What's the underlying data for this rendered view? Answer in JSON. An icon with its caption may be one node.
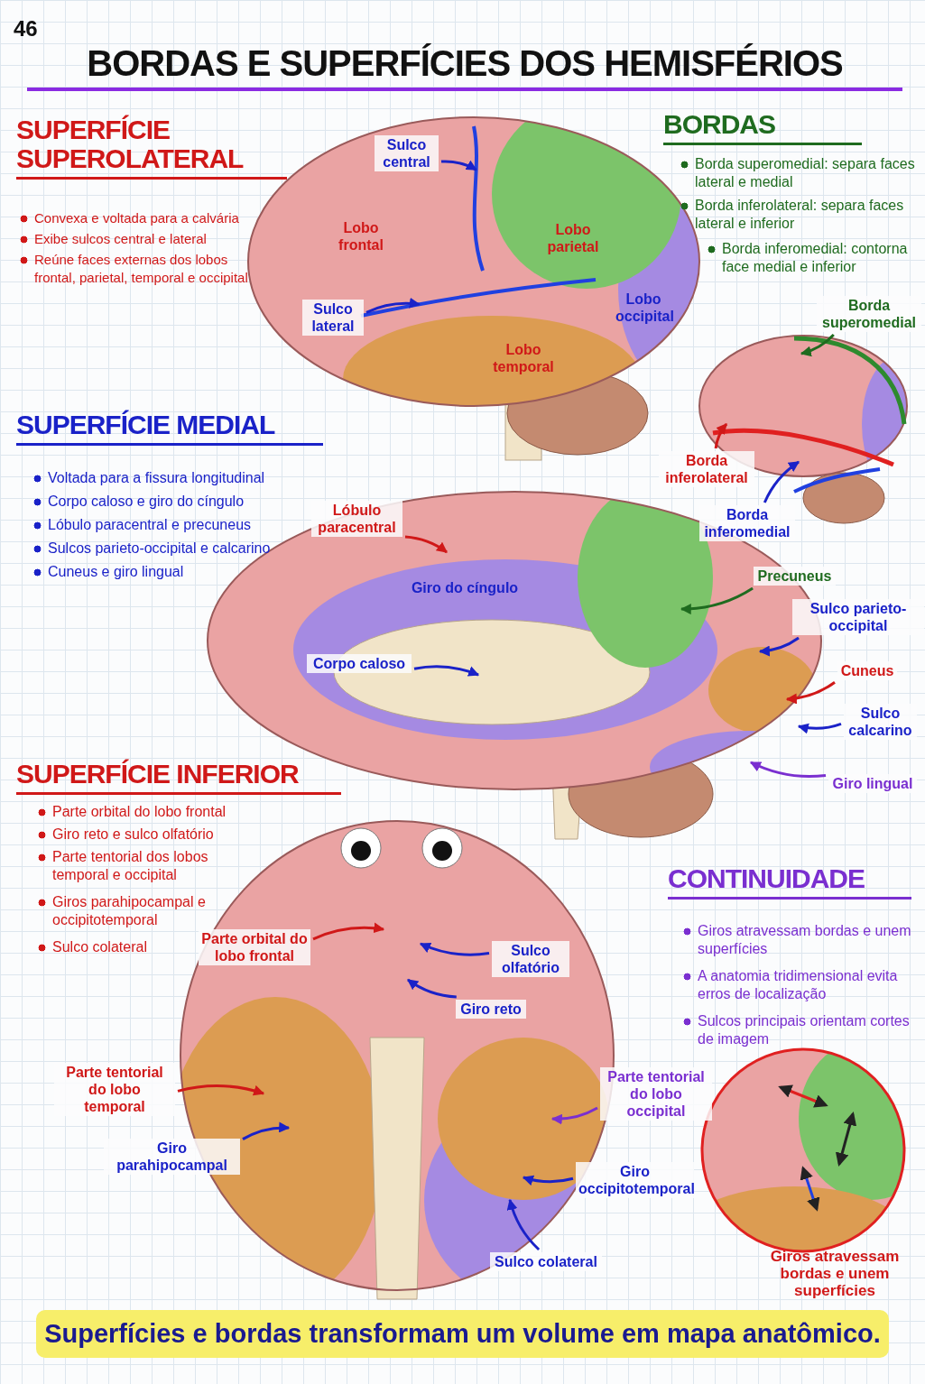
{
  "diagram": {
    "title": "BORDAS E SUPERFÍCIES DOS HEMISFÉRIOS",
    "caption": "Superfícies e bordas transformam um volume em mapa anatômico.",
    "nodes": [
      {
        "text": [
          "Sulco central"
        ]
      },
      {
        "text": [
          "Sulco lateral"
        ]
      },
      {
        "text": [
          "Borda superomedial"
        ]
      },
      {
        "text": [
          "Borda inferolateral"
        ]
      },
      {
        "text": [
          "Borda inferomedial"
        ]
      },
      {
        "text": [
          "Lóbulo paracentral"
        ]
      },
      {
        "text": [
          "Corpo caloso"
        ]
      },
      {
        "text": [
          "Precuneus"
        ]
      },
      {
        "text": [
          "Sulco parieto-occipital"
        ]
      },
      {
        "text": [
          "Cuneus"
        ]
      },
      {
        "text": [
          "Sulco calcarino"
        ]
      },
      {
        "text": [
          "Giro lingual"
        ]
      },
      {
        "text": [
          "Parte orbital do lobo frontal"
        ]
      },
      {
        "text": [
          "Sulco olfatório"
        ]
      },
      {
        "text": [
          "Giro reto"
        ]
      },
      {
        "text": [
          "Parte tentorial do lobo temporal"
        ]
      },
      {
        "text": [
          "Parte tentorial do lobo occipital"
        ]
      },
      {
        "text": [
          "Giro parahipocampal"
        ]
      },
      {
        "text": [
          "Giro occipitotemporal"
        ]
      },
      {
        "text": [
          "Sulco colateral"
        ]
      },
      {
        "text": [],
        "shape": "line"
      },
      {
        "text": [],
        "shape": "line"
      }
    ],
    "edges": [
      {
        "from": 0,
        "to": 20,
        "arrow": "to"
      },
      {
        "from": 1,
        "to": 21,
        "arrow": "to"
      },
      {
        "from": 2,
        "to": null,
        "arrow": "to",
        "color": "#1f6b1f"
      },
      {
        "from": 3,
        "to": null,
        "arrow": "to",
        "color": "#d01818"
      },
      {
        "from": 4,
        "to": null,
        "arrow": "to"
      },
      {
        "from": 5,
        "to": null,
        "arrow": "to",
        "color": "#d01818"
      },
      {
        "from": 6,
        "to": null,
        "arrow": "to"
      },
      {
        "from": 7,
        "to": null,
        "arrow": "to",
        "color": "#1f6b1f"
      },
      {
        "from": 8,
        "to": null,
        "arrow": "to"
      },
      {
        "from": 9,
        "to": null,
        "arrow": "to",
        "color": "#d01818"
      },
      {
        "from": 10,
        "to": null,
        "arrow": "to"
      },
      {
        "from": 11,
        "to": null,
        "arrow": "to",
        "color": "#7a2fd0"
      },
      {
        "from": 12,
        "to": null,
        "arrow": "to",
        "color": "#d01818"
      },
      {
        "from": 13,
        "to": null,
        "arrow": "to"
      },
      {
        "from": 14,
        "to": null,
        "arrow": "to"
      },
      {
        "from": 15,
        "to": null,
        "arrow": "to",
        "color": "#d01818"
      },
      {
        "from": 16,
        "to": null,
        "arrow": "to",
        "color": "#7a2fd0"
      },
      {
        "from": 17,
        "to": null,
        "arrow": "to"
      },
      {
        "from": 18,
        "to": null,
        "arrow": "to"
      },
      {
        "from": 19,
        "to": null,
        "arrow": "to"
      }
    ],
    "labels": [
      "46",
      "SUPERFÍCIE SUPEROLATERAL",
      "Convexa e voltada para a calvária",
      "Exibe sulcos central e lateral",
      "Reúne faces externas dos lobos frontal, parietal, temporal e occipital",
      "BORDAS",
      "Borda superomedial: separa faces lateral e medial",
      "Borda inferolateral: separa faces lateral e inferior",
      "Borda inferomedial: contorna face medial e inferior",
      "Lobo frontal",
      "Lobo parietal",
      "Lobo temporal",
      "Lobo occipital",
      "SUPERFÍCIE MEDIAL",
      "Voltada para a fissura longitudinal",
      "Corpo caloso e giro do cíngulo",
      "Lóbulo paracentral e precuneus",
      "Sulcos parieto-occipital e calcarino",
      "Cuneus e giro lingual",
      "Giro do cíngulo",
      "SUPERFÍCIE INFERIOR",
      "Parte orbital do lobo frontal",
      "Giro reto e sulco olfatório",
      "Parte tentorial dos lobos temporal e occipital",
      "Giros parahipocampal e occipitotemporal",
      "Sulco colateral",
      "CONTINUIDADE",
      "Giros atravessam bordas e unem superfícies",
      "A anatomia tridimensional evita erros de localização",
      "Sulcos principais orientam cortes de imagem",
      "Giros atravessam bordas e unem superfícies"
    ]
  }
}
